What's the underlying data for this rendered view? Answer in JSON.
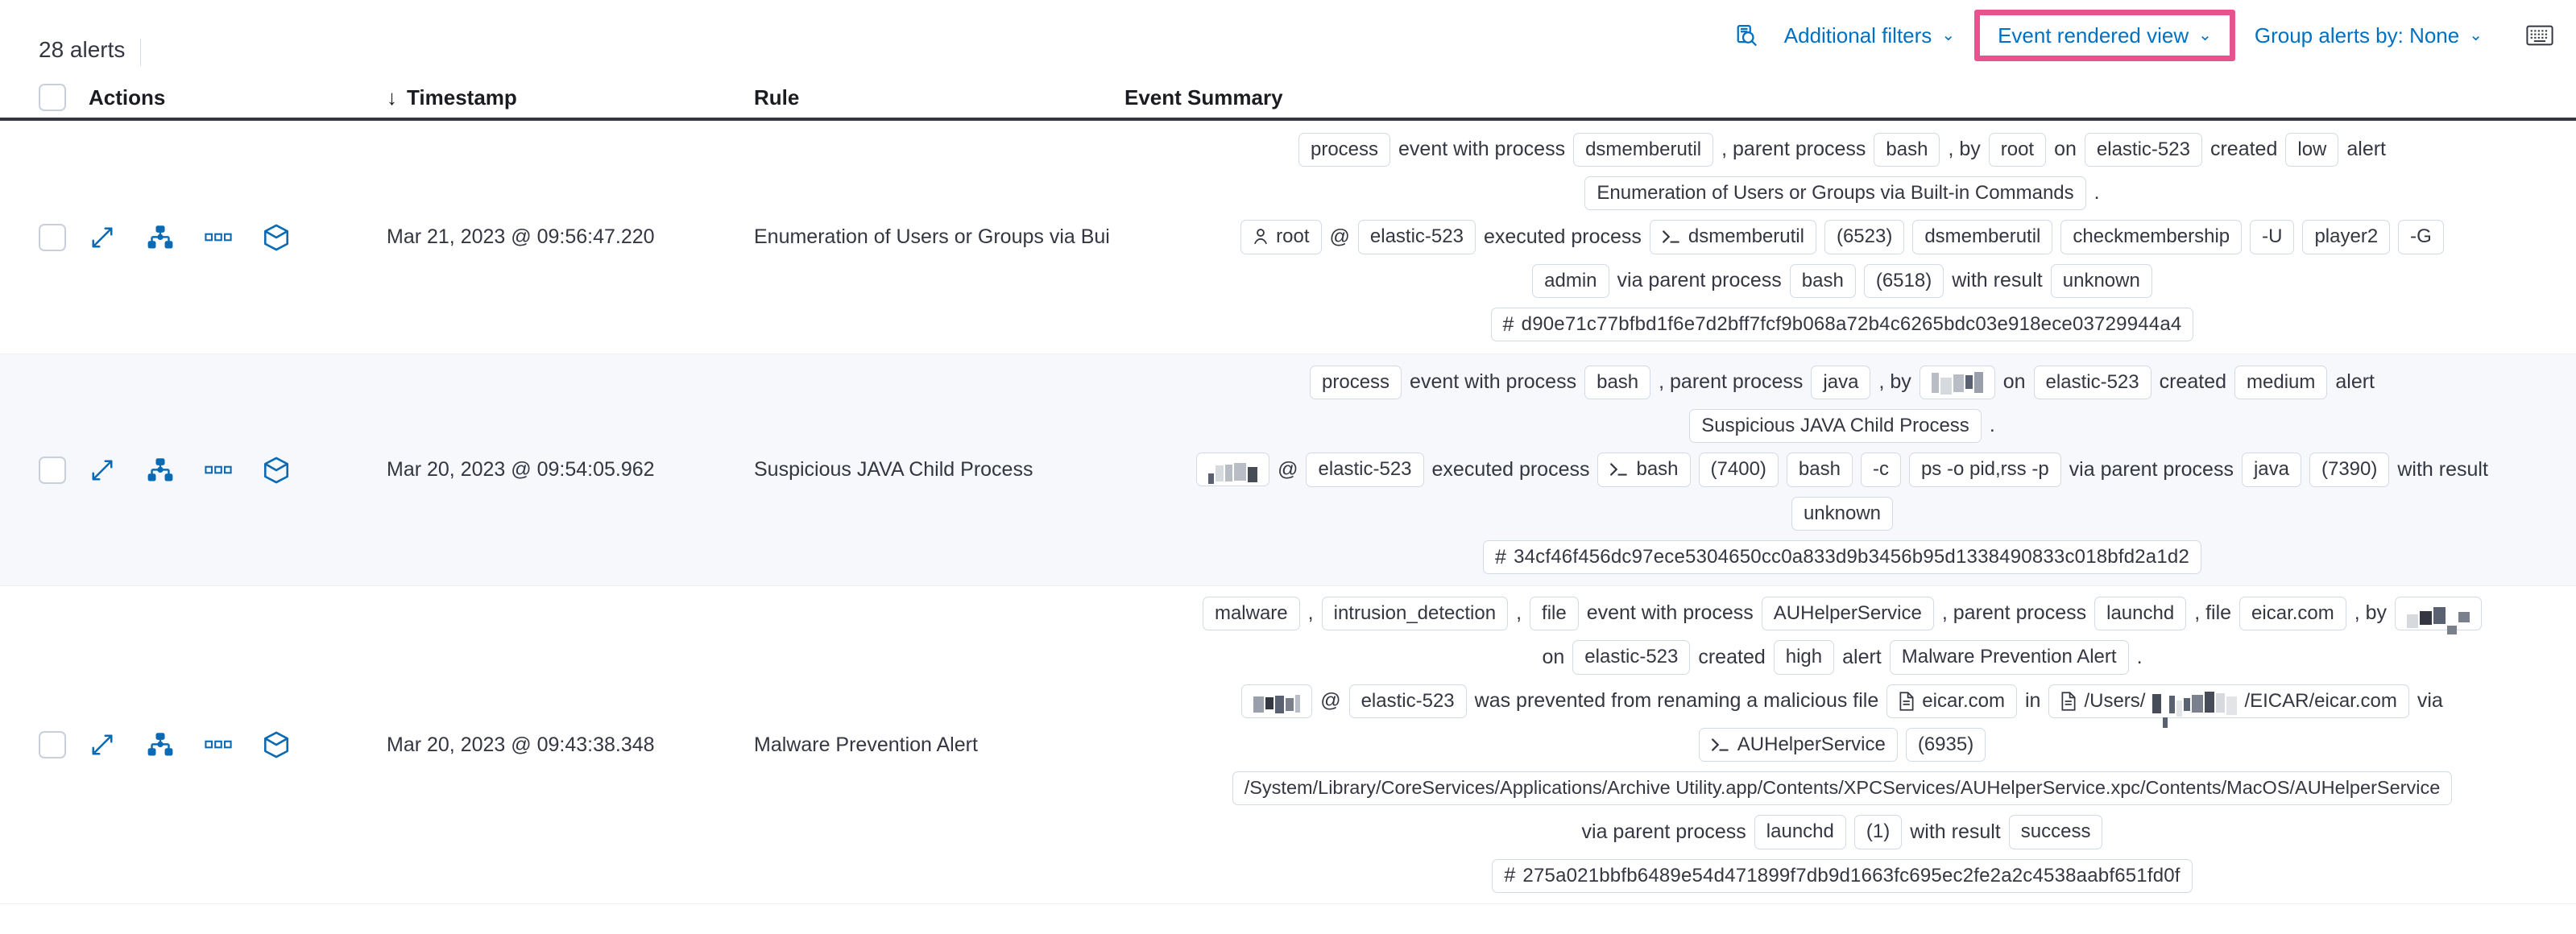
{
  "toolbar": {
    "alerts_count": "28 alerts",
    "additional_filters": "Additional filters",
    "event_rendered_view": "Event rendered view",
    "group_alerts_by": "Group alerts by: None",
    "caret": "⌄",
    "highlight_color": "#e9518f",
    "link_color": "#0071c2",
    "inspect_icon": "inspect-icon",
    "keyboard_icon": "keyboard-icon"
  },
  "table": {
    "columns": {
      "actions": "Actions",
      "timestamp": "Timestamp",
      "rule": "Rule",
      "event_summary": "Event Summary",
      "sort_arrow": "↓"
    },
    "rows": [
      {
        "timestamp": "Mar 21, 2023 @ 09:56:47.220",
        "rule": "Enumeration of Users or Groups via Bui",
        "summary": [
          [
            {
              "t": "chip",
              "v": "process"
            },
            {
              "t": "word",
              "v": "event with process"
            },
            {
              "t": "chip",
              "v": "dsmemberutil"
            },
            {
              "t": "word",
              "v": ", parent process"
            },
            {
              "t": "chip",
              "v": "bash"
            },
            {
              "t": "word",
              "v": ", by"
            },
            {
              "t": "chip",
              "v": "root"
            },
            {
              "t": "word",
              "v": "on"
            },
            {
              "t": "chip",
              "v": "elastic-523"
            },
            {
              "t": "word",
              "v": "created"
            },
            {
              "t": "chip",
              "v": "low"
            },
            {
              "t": "word",
              "v": "alert"
            }
          ],
          [
            {
              "t": "chip",
              "v": "Enumeration of Users or Groups via Built-in Commands"
            },
            {
              "t": "word",
              "v": "."
            }
          ],
          [
            {
              "t": "chip",
              "v": "root",
              "icon": "user-icon"
            },
            {
              "t": "word",
              "v": "@"
            },
            {
              "t": "chip",
              "v": "elastic-523"
            },
            {
              "t": "word",
              "v": "executed process"
            },
            {
              "t": "chip",
              "v": "dsmemberutil",
              "icon": "console-icon"
            },
            {
              "t": "chip",
              "v": "(6523)"
            },
            {
              "t": "chip",
              "v": "dsmemberutil"
            },
            {
              "t": "chip",
              "v": "checkmembership"
            },
            {
              "t": "chip",
              "v": "-U"
            },
            {
              "t": "chip",
              "v": "player2"
            },
            {
              "t": "chip",
              "v": "-G"
            }
          ],
          [
            {
              "t": "chip",
              "v": "admin"
            },
            {
              "t": "word",
              "v": "via parent process"
            },
            {
              "t": "chip",
              "v": "bash"
            },
            {
              "t": "chip",
              "v": "(6518)"
            },
            {
              "t": "word",
              "v": "with result"
            },
            {
              "t": "chip",
              "v": "unknown"
            }
          ],
          [
            {
              "t": "chip",
              "v": "d90e71c77bfbd1f6e7d2bff7fcf9b068a72b4c6265bdc03e918ece03729944a4",
              "icon": "hash-icon",
              "cls": "hash"
            }
          ]
        ]
      },
      {
        "timestamp": "Mar 20, 2023 @ 09:54:05.962",
        "rule": "Suspicious JAVA Child Process",
        "summary": [
          [
            {
              "t": "chip",
              "v": "process"
            },
            {
              "t": "word",
              "v": "event with process"
            },
            {
              "t": "chip",
              "v": "bash"
            },
            {
              "t": "word",
              "v": ", parent process"
            },
            {
              "t": "chip",
              "v": "java"
            },
            {
              "t": "word",
              "v": ", by"
            },
            {
              "t": "chip",
              "v": "",
              "redacted": true
            },
            {
              "t": "word",
              "v": "on"
            },
            {
              "t": "chip",
              "v": "elastic-523"
            },
            {
              "t": "word",
              "v": "created"
            },
            {
              "t": "chip",
              "v": "medium"
            },
            {
              "t": "word",
              "v": "alert"
            }
          ],
          [
            {
              "t": "chip",
              "v": "Suspicious JAVA Child Process"
            },
            {
              "t": "word",
              "v": "."
            }
          ],
          [
            {
              "t": "chip",
              "v": "",
              "redacted": true
            },
            {
              "t": "word",
              "v": "@"
            },
            {
              "t": "chip",
              "v": "elastic-523"
            },
            {
              "t": "word",
              "v": "executed process"
            },
            {
              "t": "chip",
              "v": "bash",
              "icon": "console-icon"
            },
            {
              "t": "chip",
              "v": "(7400)"
            },
            {
              "t": "chip",
              "v": "bash"
            },
            {
              "t": "chip",
              "v": "-c"
            },
            {
              "t": "chip",
              "v": "ps -o pid,rss -p"
            },
            {
              "t": "word",
              "v": "via parent process"
            },
            {
              "t": "chip",
              "v": "java"
            },
            {
              "t": "chip",
              "v": "(7390)"
            },
            {
              "t": "word",
              "v": "with result"
            }
          ],
          [
            {
              "t": "chip",
              "v": "unknown"
            }
          ],
          [
            {
              "t": "chip",
              "v": "34cf46f456dc97ece5304650cc0a833d9b3456b95d1338490833c018bfd2a1d2",
              "icon": "hash-icon",
              "cls": "hash"
            }
          ]
        ]
      },
      {
        "timestamp": "Mar 20, 2023 @ 09:43:38.348",
        "rule": "Malware Prevention Alert",
        "summary": [
          [
            {
              "t": "chip",
              "v": "malware"
            },
            {
              "t": "word",
              "v": ","
            },
            {
              "t": "chip",
              "v": "intrusion_detection"
            },
            {
              "t": "word",
              "v": ","
            },
            {
              "t": "chip",
              "v": "file"
            },
            {
              "t": "word",
              "v": "event with process"
            },
            {
              "t": "chip",
              "v": "AUHelperService"
            },
            {
              "t": "word",
              "v": ", parent process"
            },
            {
              "t": "chip",
              "v": "launchd"
            },
            {
              "t": "word",
              "v": ", file"
            },
            {
              "t": "chip",
              "v": "eicar.com"
            },
            {
              "t": "word",
              "v": ", by"
            },
            {
              "t": "chip",
              "v": "",
              "redacted": true
            }
          ],
          [
            {
              "t": "word",
              "v": "on"
            },
            {
              "t": "chip",
              "v": "elastic-523"
            },
            {
              "t": "word",
              "v": "created"
            },
            {
              "t": "chip",
              "v": "high"
            },
            {
              "t": "word",
              "v": "alert"
            },
            {
              "t": "chip",
              "v": "Malware Prevention Alert"
            },
            {
              "t": "word",
              "v": "."
            }
          ],
          [
            {
              "t": "chip",
              "v": "",
              "redacted": true
            },
            {
              "t": "word",
              "v": "@"
            },
            {
              "t": "chip",
              "v": "elastic-523"
            },
            {
              "t": "word",
              "v": "was prevented from renaming a malicious file"
            },
            {
              "t": "chip",
              "v": "eicar.com",
              "icon": "file-icon"
            },
            {
              "t": "word",
              "v": "in"
            },
            {
              "t": "chip",
              "v": "/Users/",
              "suffix": "/EICAR/eicar.com",
              "icon": "file-icon",
              "redactedMid": true
            },
            {
              "t": "word",
              "v": "via"
            }
          ],
          [
            {
              "t": "chip",
              "v": "AUHelperService",
              "icon": "console-icon"
            },
            {
              "t": "chip",
              "v": "(6935)"
            }
          ],
          [
            {
              "t": "chip",
              "v": "/System/Library/CoreServices/Applications/Archive Utility.app/Contents/XPCServices/AUHelperService.xpc/Contents/MacOS/AUHelperService",
              "cls": "path"
            }
          ],
          [
            {
              "t": "word",
              "v": "via parent process"
            },
            {
              "t": "chip",
              "v": "launchd"
            },
            {
              "t": "chip",
              "v": "(1)"
            },
            {
              "t": "word",
              "v": "with result"
            },
            {
              "t": "chip",
              "v": "success"
            }
          ],
          [
            {
              "t": "chip",
              "v": "275a021bbfb6489e54d471899f7db9d1663fc695ec2fe2a2c4538aabf651fd0f",
              "icon": "hash-icon",
              "cls": "hash"
            }
          ]
        ]
      }
    ],
    "action_icons": [
      "expand-icon",
      "session-view-icon",
      "more-actions-icon",
      "cube-icon"
    ]
  }
}
